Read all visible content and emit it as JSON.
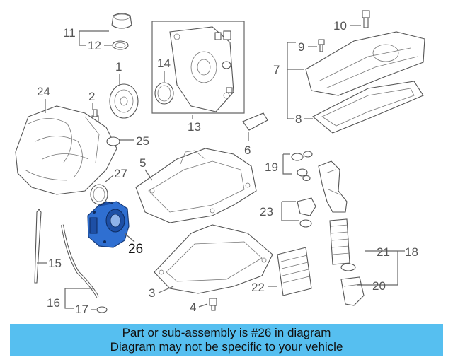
{
  "labels": {
    "l1": "1",
    "l2": "2",
    "l3": "3",
    "l4": "4",
    "l5": "5",
    "l6": "6",
    "l7": "7",
    "l8": "8",
    "l9": "9",
    "l10": "10",
    "l11": "11",
    "l12": "12",
    "l13": "13",
    "l14": "14",
    "l15": "15",
    "l16": "16",
    "l17": "17",
    "l18": "18",
    "l19": "19",
    "l20": "20",
    "l21": "21",
    "l22": "22",
    "l23": "23",
    "l24": "24",
    "l25": "25",
    "l26": "26",
    "l27": "27"
  },
  "highlight_color": "#2f6fd1",
  "banner": {
    "background": "#56bff0",
    "line1": "Part or sub-assembly is #26 in diagram",
    "line2": "Diagram may not be specific to your vehicle"
  }
}
